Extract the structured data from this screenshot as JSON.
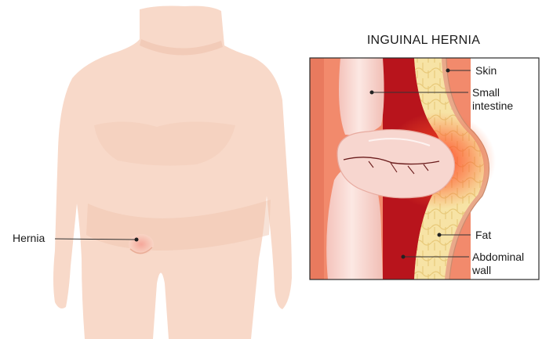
{
  "title": "INGUINAL HERNIA",
  "body_labels": {
    "hernia": "Hernia"
  },
  "detail_labels": {
    "skin": "Skin",
    "small_intestine_line1": "Small",
    "small_intestine_line2": "intestine",
    "fat": "Fat",
    "abdominal_wall_line1": "Abdominal",
    "abdominal_wall_line2": "wall"
  },
  "colors": {
    "skin_body": "#f8d9c9",
    "skin_shadow": "#efc3ae",
    "muscle_red": "#b3121a",
    "tissue_salmon": "#f0876a",
    "fat_yellow": "#f6df9e",
    "intestine_pink": "#f8d8d2",
    "inflammation": "#ff3a1e"
  },
  "icons": {
    "label_dot": "filled-circle"
  }
}
